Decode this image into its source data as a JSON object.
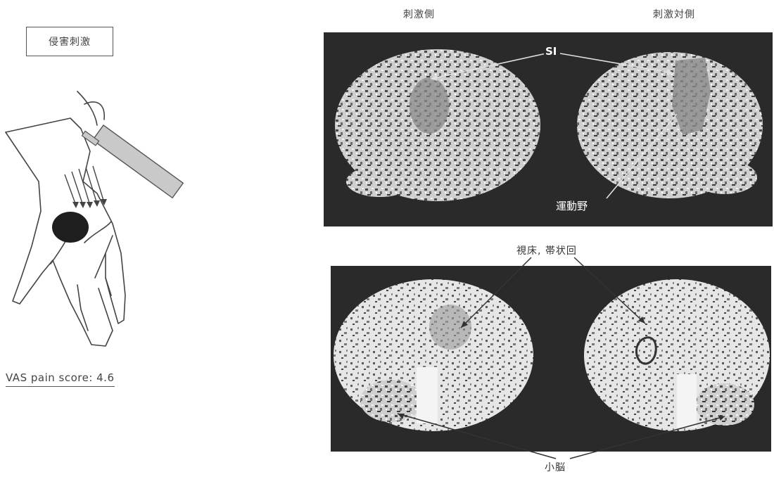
{
  "stimulus_label": "侵害刺激",
  "vas_text": "VAS pain score: 4.6",
  "header_ipsi": "刺激側",
  "header_contra": "刺激対側",
  "label_si": "SI",
  "label_motor": "運動野",
  "label_thalamus": "視床, 帯状回",
  "label_cerebellum": "小脳"
}
